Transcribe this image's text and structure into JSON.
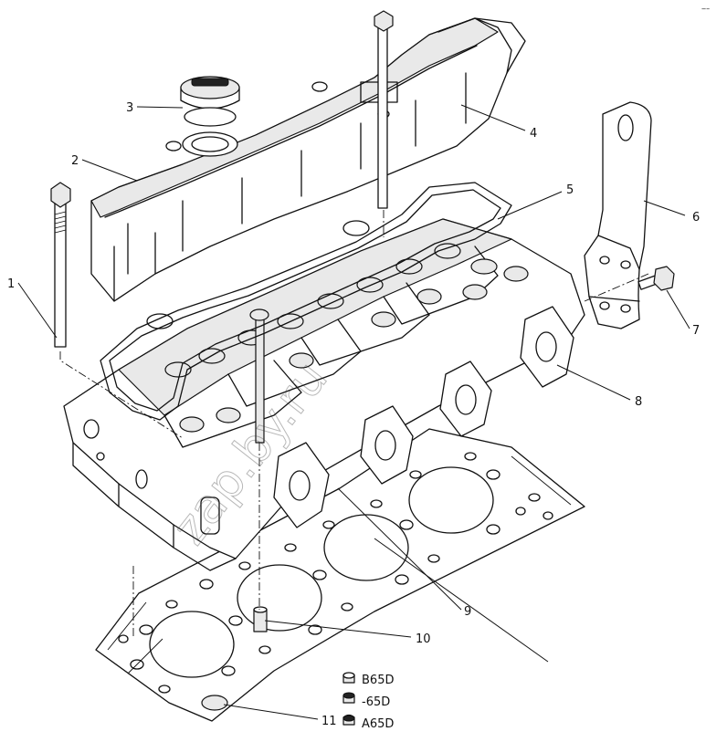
{
  "labels": {
    "c1": "1",
    "c2": "2",
    "c3": "3",
    "c4": "4",
    "c5": "5",
    "c6": "6",
    "c7": "7",
    "c8": "8",
    "c9": "9",
    "c10": "10",
    "c11": "11"
  },
  "gasket_variants": {
    "b": "B65D",
    "m": "-65D",
    "a": "A65D"
  },
  "watermark": "zap.by.ru",
  "corner_mark": "‒–"
}
